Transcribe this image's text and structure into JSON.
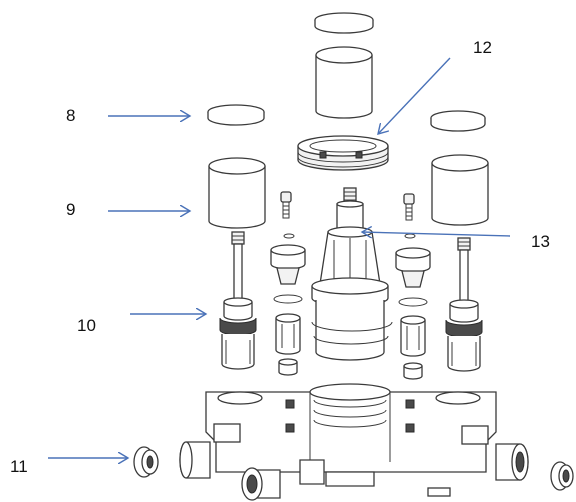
{
  "callouts": [
    {
      "id": "8",
      "label": "8"
    },
    {
      "id": "9",
      "label": "9"
    },
    {
      "id": "10",
      "label": "10"
    },
    {
      "id": "11",
      "label": "11"
    },
    {
      "id": "12",
      "label": "12"
    },
    {
      "id": "13",
      "label": "13"
    }
  ],
  "colors": {
    "arrow": "#4a72b8",
    "line_art": "#3a3a3a",
    "background": "#ffffff"
  }
}
